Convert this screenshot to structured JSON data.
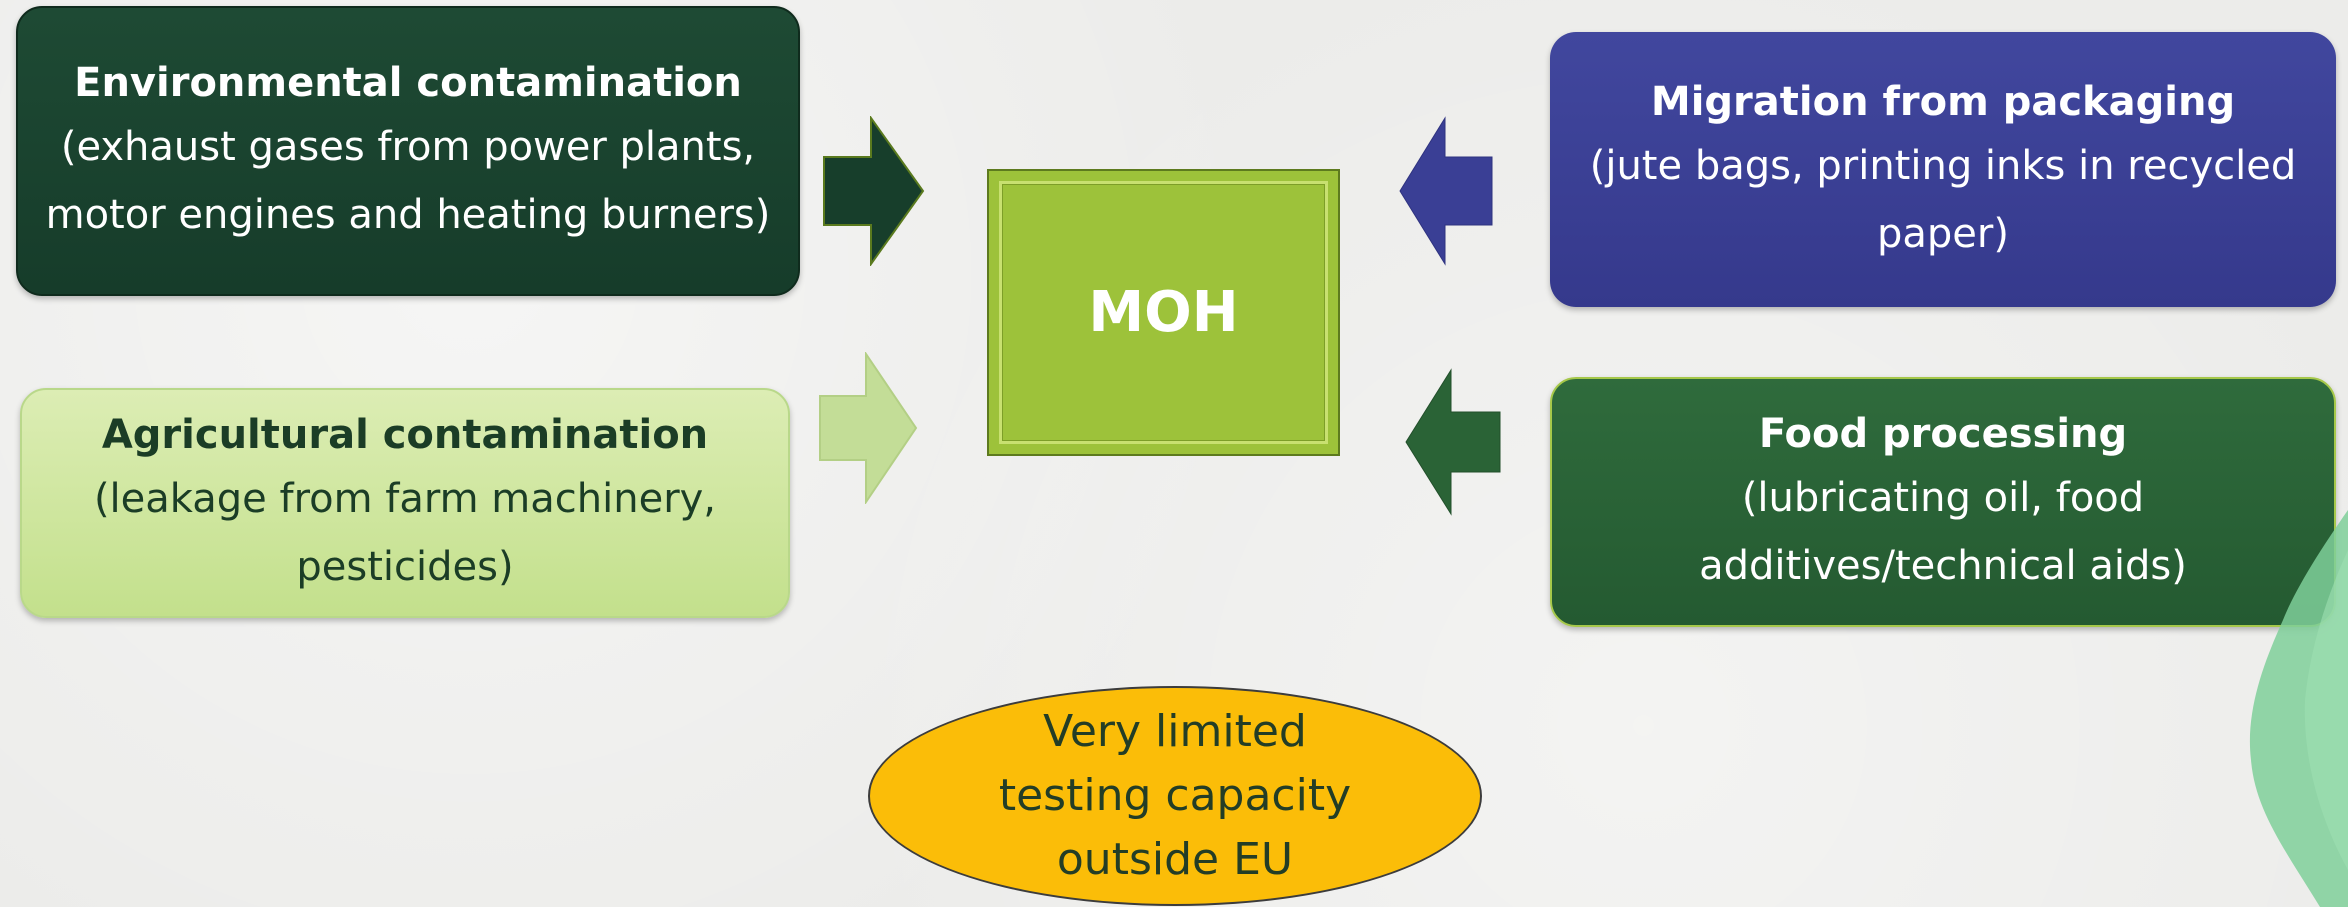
{
  "center": {
    "label": "MOH"
  },
  "sources": {
    "environmental": {
      "title": "Environmental contamination",
      "line1": "(exhaust gases from power plants,",
      "line2": "motor engines and heating burners)"
    },
    "migration": {
      "title": "Migration from packaging",
      "line1": "(jute bags, printing inks in recycled",
      "line2": "paper)"
    },
    "agricultural": {
      "title": "Agricultural contamination",
      "line1": "(leakage from farm machinery,",
      "line2": "pesticides)"
    },
    "food": {
      "title": "Food processing",
      "line1": "(lubricating oil, food",
      "line2": "additives/technical aids)"
    }
  },
  "note": {
    "line1": "Very limited",
    "line2": "testing capacity",
    "line3": "outside EU"
  },
  "colors": {
    "environmental": "#1e4a34",
    "migration": "#3d4396",
    "agricultural": "#c9e495",
    "food": "#2a633a",
    "center": "#9dc23a",
    "note": "#fbbd08"
  }
}
